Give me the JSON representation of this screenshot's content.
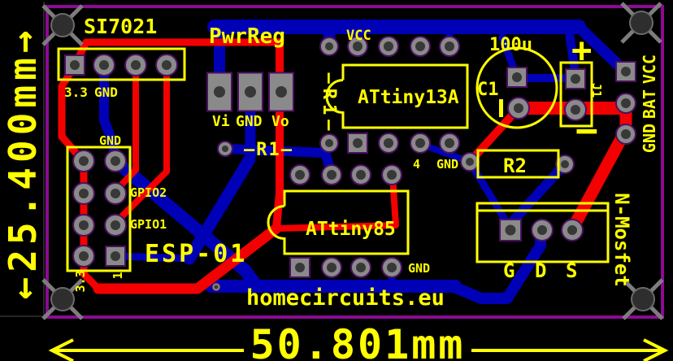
{
  "board": {
    "dim_height": "←25.400mm→",
    "dim_width": "50.801mm"
  },
  "silk": {
    "si7021": "SI7021",
    "pwrreg": "PwrReg",
    "vcc": "VCC",
    "vi": "Vi",
    "gnd": "GND",
    "vo": "Vo",
    "r1": "—R1—",
    "attiny13a": "ATtiny13A",
    "pin4": "4",
    "cap_value": "100u",
    "cap_ref": "C1",
    "plus": "+",
    "minus": "−",
    "j1": "J1",
    "bat": "BAT",
    "r2": "R2",
    "n_mosfet": "N-Mosfet",
    "g": "G",
    "d": "D",
    "s": "S",
    "attiny85": "ATtiny85",
    "esp01": "ESP-01",
    "website": "homecircuits.eu",
    "gpio2": "GPIO2",
    "gpio1": "GPIO1",
    "v33": "3.3",
    "pin1": "1"
  },
  "colors": {
    "background": "#000000",
    "board_outline": "#8c0a94",
    "copper_top": "#f30000",
    "copper_bottom": "#0000b6",
    "silkscreen": "#ffff00",
    "pad": "#8a8a8a",
    "pad_hole": "#383838",
    "dimension_text": "#ffff00"
  }
}
